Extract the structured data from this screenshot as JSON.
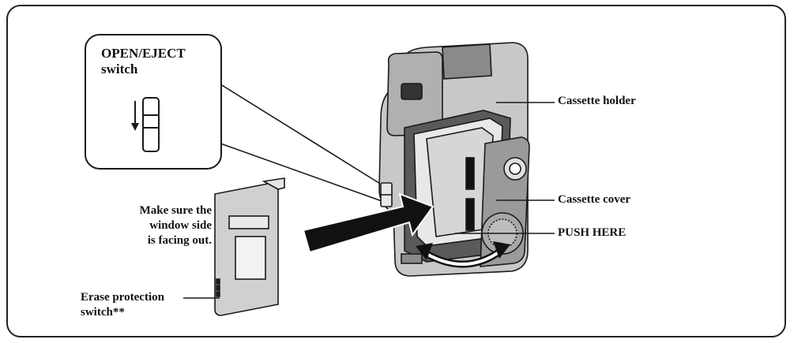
{
  "labels": {
    "open_eject_line1": "OPEN/EJECT",
    "open_eject_line2": "switch",
    "make_sure_line1": "Make sure the",
    "make_sure_line2": "window side",
    "make_sure_line3": "is facing out.",
    "erase_line1": "Erase protection",
    "erase_line2": "switch**",
    "cassette_holder": "Cassette holder",
    "cassette_cover": "Cassette cover",
    "push_here": "PUSH HERE"
  },
  "colors": {
    "outline": "#1a1a1a",
    "body_gray": "#c8c8c8",
    "dark_gray": "#5a5a5a",
    "light_gray": "#e8e8e8",
    "arrow_black": "#111111"
  }
}
